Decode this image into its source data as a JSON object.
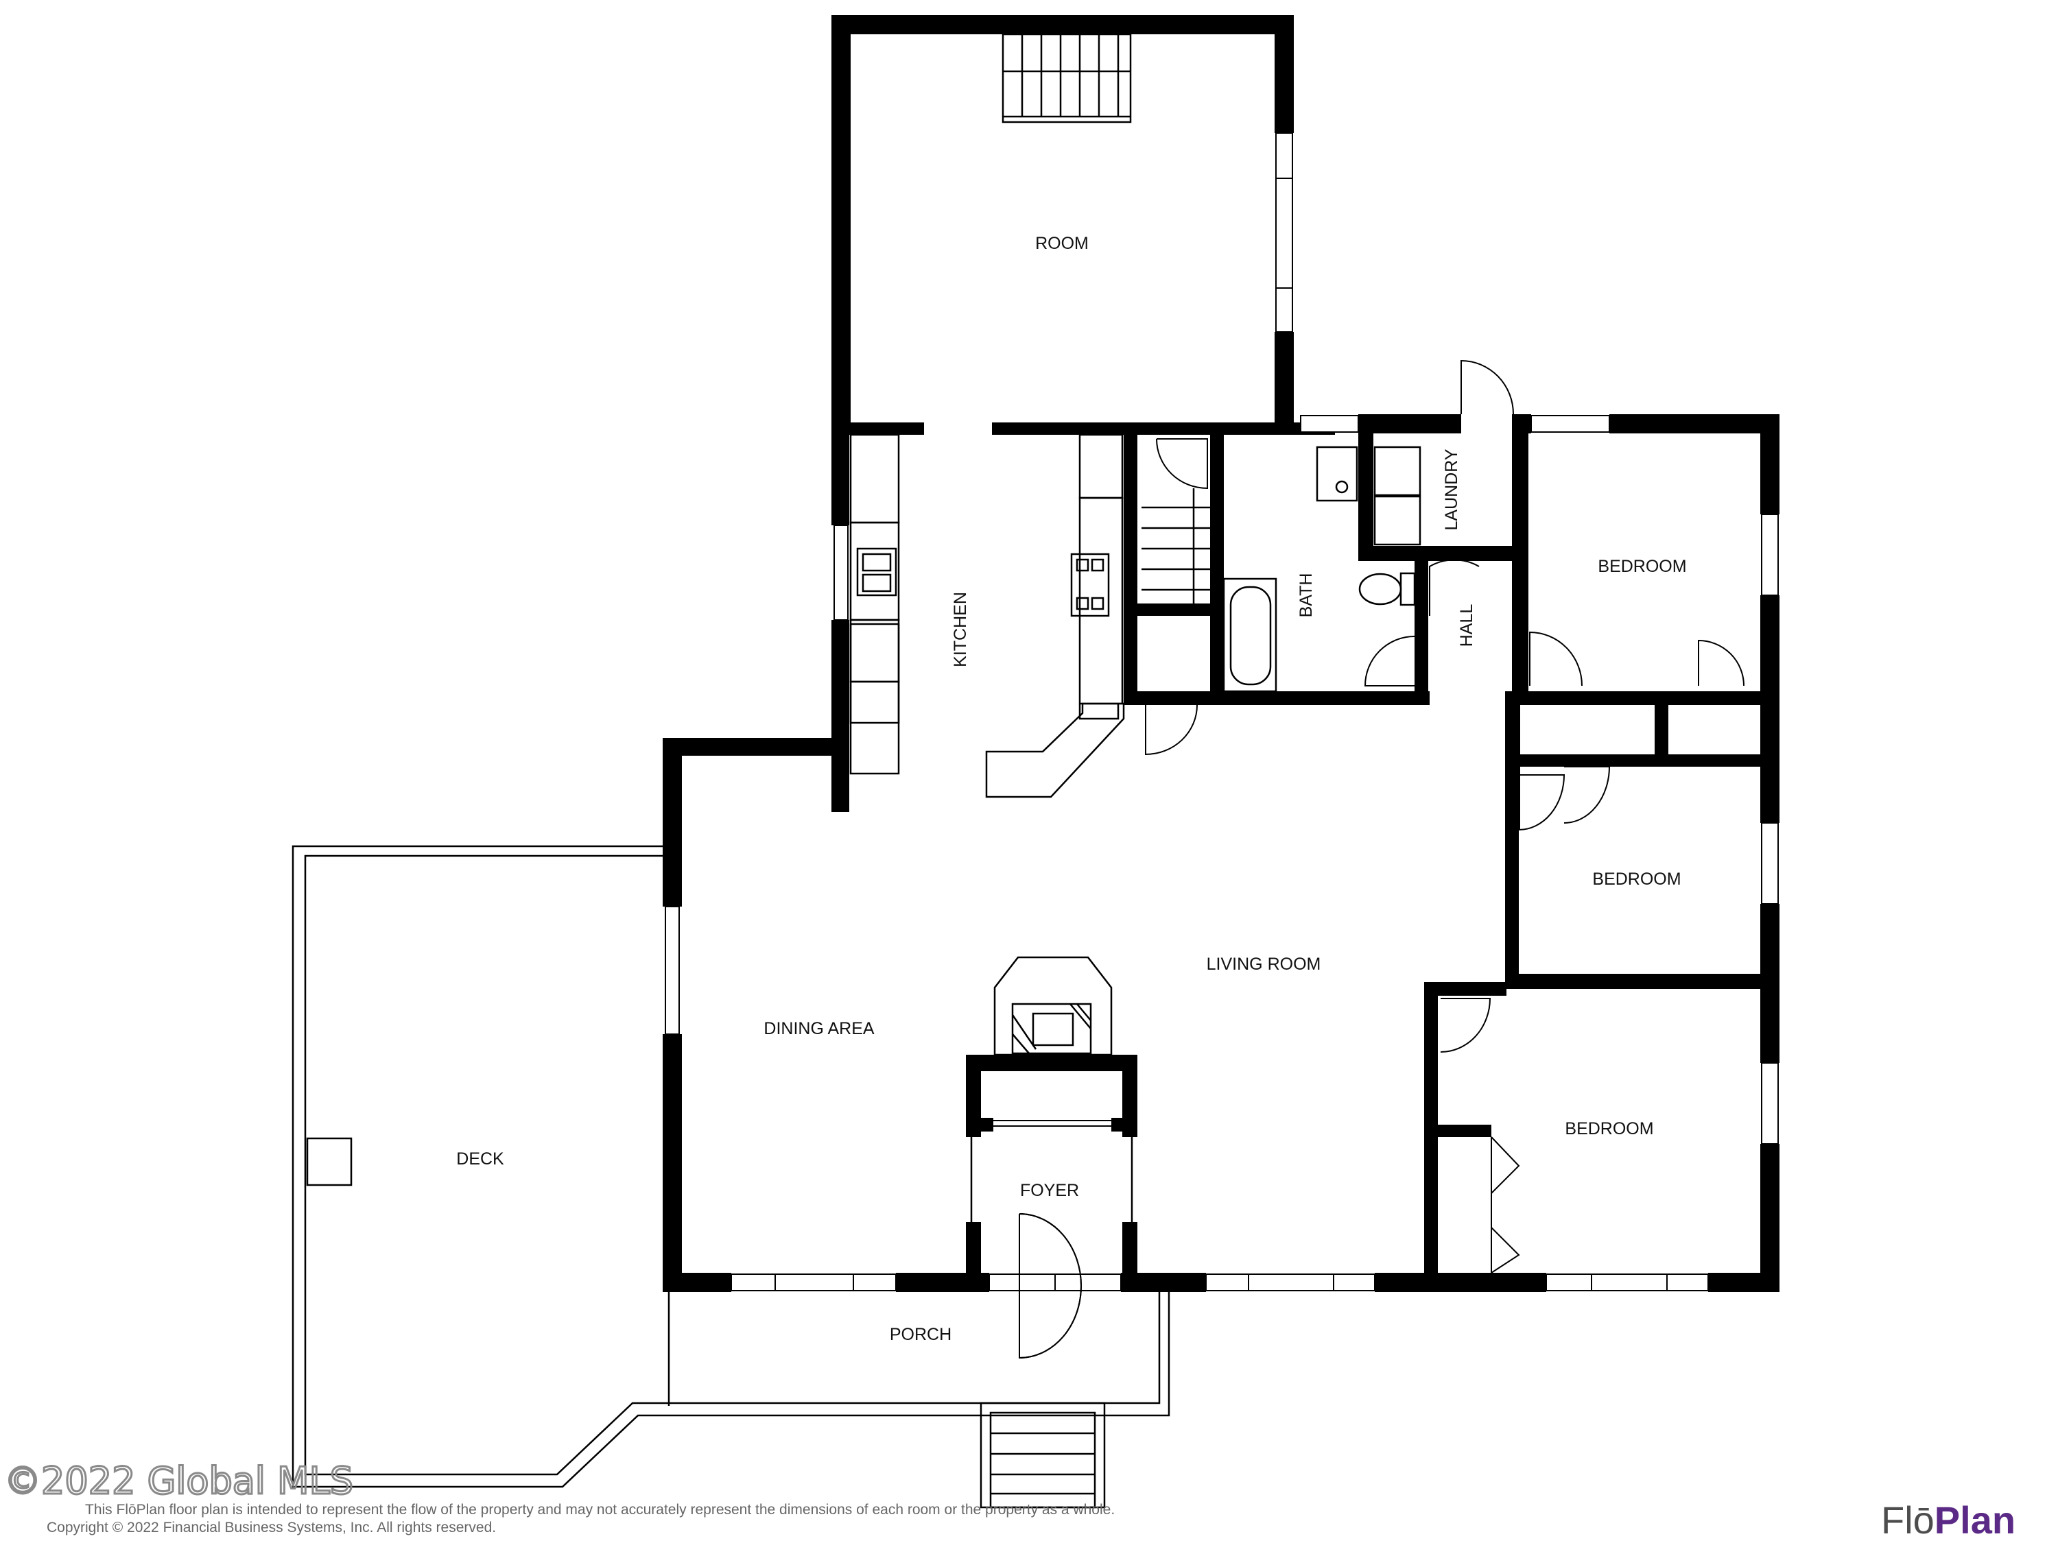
{
  "rooms": {
    "room": "ROOM",
    "kitchen": "KITCHEN",
    "bath": "BATH",
    "laundry": "LAUNDRY",
    "hall": "HALL",
    "bedroom_1": "BEDROOM",
    "bedroom_2": "BEDROOM",
    "bedroom_3": "BEDROOM",
    "living_room": "LIVING ROOM",
    "dining_area": "DINING AREA",
    "foyer": "FOYER",
    "deck": "DECK",
    "porch": "PORCH"
  },
  "watermark": "©2022 Global MLS",
  "disclaimer": {
    "line1": "This FlōPlan floor plan is intended to represent the flow of the property and may not accurately represent the dimensions of each room or the property as a whole.",
    "line2": "Copyright © 2022 Financial Business Systems, Inc. All rights reserved."
  },
  "logo": {
    "part1": "Flō",
    "part2": "Plan",
    "brand_color": "#5b2a86"
  }
}
